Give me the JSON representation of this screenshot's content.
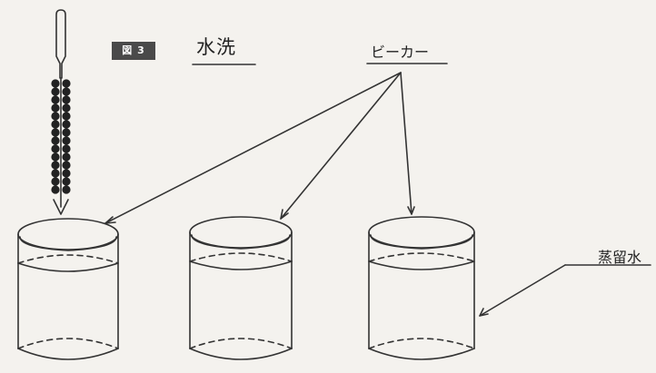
{
  "figure": {
    "badge": "図 3",
    "title": "水洗"
  },
  "labels": {
    "beaker": "ビーカー",
    "distilled_water": "蒸留水"
  },
  "beakers": [
    {
      "name": "beaker-1"
    },
    {
      "name": "beaker-2"
    },
    {
      "name": "beaker-3"
    }
  ],
  "colors": {
    "line": "#333333",
    "badge_bg": "#4a4a4a",
    "background": "#f4f2ee"
  }
}
